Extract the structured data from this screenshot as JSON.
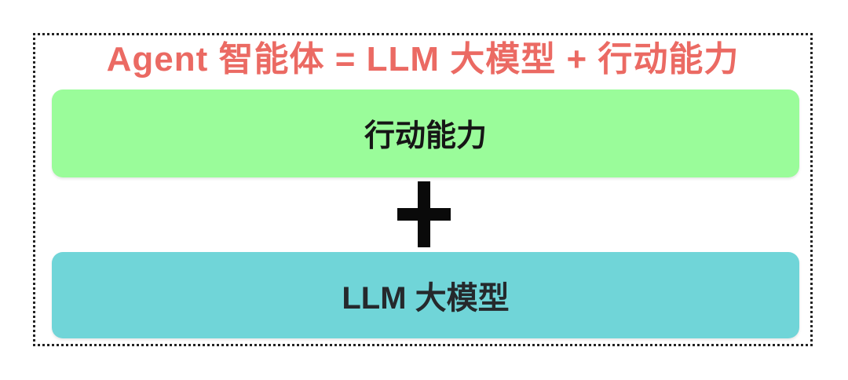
{
  "diagram": {
    "title": {
      "text": "Agent 智能体 = LLM 大模型 + 行动能力",
      "color": "#eb6a63"
    },
    "equation": {
      "top_box": {
        "label": "行动能力",
        "bg_color": "#9afc9a",
        "text_color": "#161616"
      },
      "operator": {
        "symbol": "+",
        "color": "#0a0a0a"
      },
      "bottom_box": {
        "label": "LLM 大模型",
        "bg_color": "#70d5d8",
        "text_color": "#25292c"
      }
    },
    "frame": {
      "border_style": "dotted",
      "border_color": "#232323"
    }
  }
}
